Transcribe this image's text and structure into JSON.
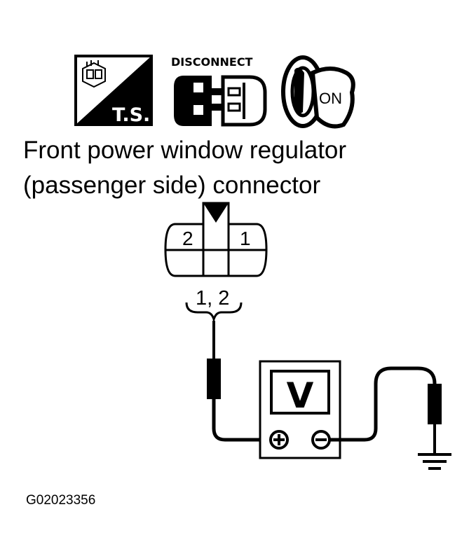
{
  "icons": {
    "test_shortcut": {
      "name": "test-shortcut-icon",
      "label": "T.S."
    },
    "disconnect": {
      "name": "disconnect-connector-icon",
      "label": "DISCONNECT"
    },
    "ignition": {
      "name": "ignition-key-on-icon",
      "label": "ON"
    }
  },
  "title": {
    "line1": "Front power window regulator",
    "line2": "(passenger side) connector"
  },
  "connector": {
    "pin_left": "2",
    "pin_right": "1",
    "probe_pins": "1, 2"
  },
  "meter": {
    "mode": "V",
    "icon": "voltmeter-icon"
  },
  "ground": {
    "icon": "ground-icon"
  },
  "figure_id": "G02023356",
  "colors": {
    "ink": "#000000",
    "paper": "#ffffff"
  }
}
